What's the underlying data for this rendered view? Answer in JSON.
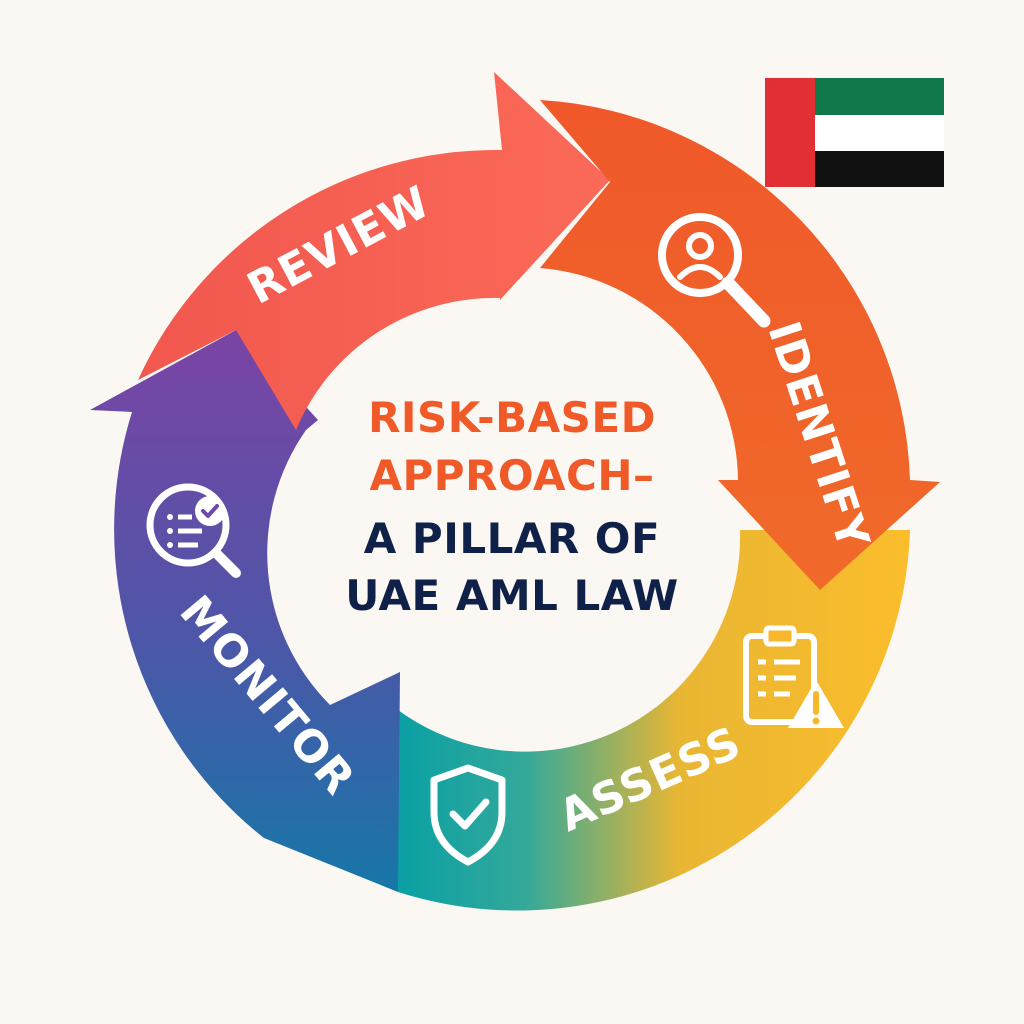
{
  "center": {
    "line1": "RISK-BASED",
    "line2": "APPROACH–",
    "line3": "A PILLAR OF",
    "line4": "UAE AML LAW"
  },
  "stages": {
    "review": {
      "label": "REVIEW",
      "color": "#f75f52"
    },
    "identify": {
      "label": "IDENTIFY",
      "color": "#f05a28",
      "icon": "user-search-icon"
    },
    "assess": {
      "label": "ASSESS",
      "color": "#f9b82c",
      "icon": "clipboard-warning-icon"
    },
    "assess_secondary": {
      "color": "#12a3a0",
      "icon": "shield-check-icon"
    },
    "monitor": {
      "label": "MONITOR",
      "color": "#7446a5",
      "icon": "search-list-check-icon"
    }
  },
  "colors": {
    "accent_orange": "#f05a28",
    "navy": "#0f2148",
    "background": "#fbf8f3"
  },
  "flag": {
    "icon": "uae-flag-icon",
    "red": "#e12f33",
    "green": "#11784a",
    "white": "#ffffff",
    "black": "#111111"
  }
}
